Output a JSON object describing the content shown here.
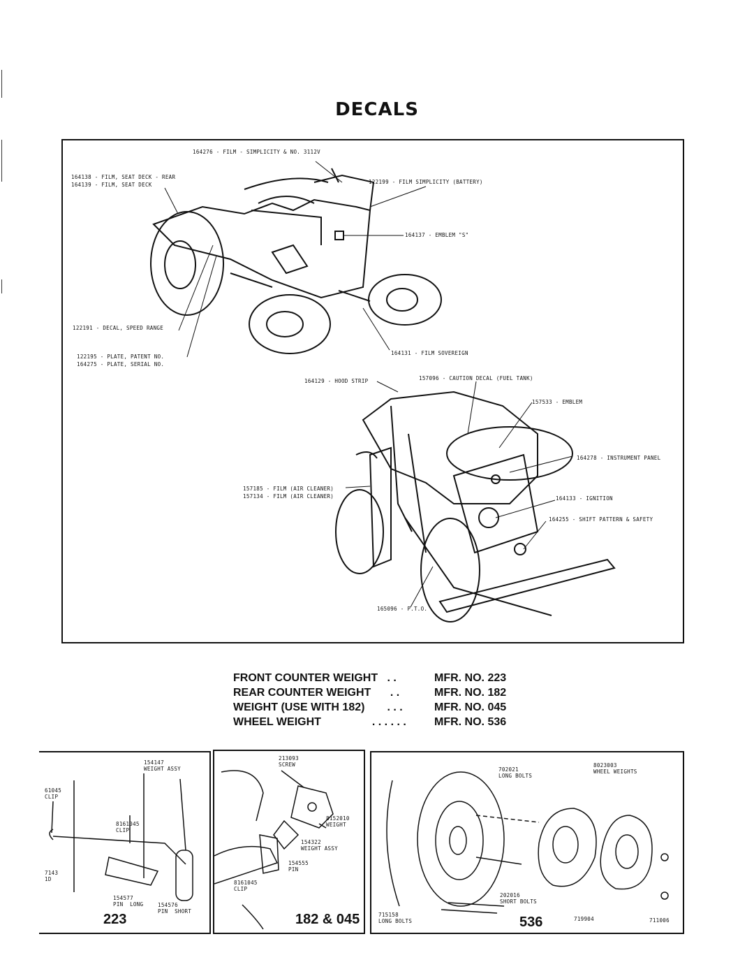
{
  "page_title": "DECALS",
  "decals_top": [
    "164276 - FILM - SIMPLICITY & NO. 3112V",
    "164138 - FILM, SEAT DECK - REAR",
    "164139 - FILM, SEAT DECK",
    "122199 - FILM SIMPLICITY (BATTERY)",
    "164137 - EMBLEM \"S\"",
    "122191 - DECAL, SPEED RANGE",
    "122195 - PLATE, PATENT NO.",
    "164275 - PLATE, SERIAL NO.",
    "164131 - FILM SOVEREIGN"
  ],
  "decals_bottom": [
    "164129 - HOOD STRIP",
    "157096 - CAUTION DECAL (FUEL TANK)",
    "157533 - EMBLEM",
    "164278 - INSTRUMENT PANEL",
    "157185 - FILM (AIR CLEANER)",
    "157134 - FILM (AIR CLEANER)",
    "164133 - IGNITION",
    "164255 - SHIFT PATTERN & SAFETY",
    "165096 - P.T.O."
  ],
  "weights": [
    {
      "name": "FRONT COUNTER WEIGHT",
      "dots": " . .",
      "mfr": "MFR. NO. 223"
    },
    {
      "name": "REAR COUNTER WEIGHT",
      "dots": "  . .",
      "mfr": "MFR. NO. 182"
    },
    {
      "name": "WEIGHT (USE WITH 182)",
      "dots": " . . .",
      "mfr": "MFR. NO. 045"
    },
    {
      "name": "WHEEL WEIGHT",
      "dots": "  . . . . . .",
      "mfr": "MFR. NO. 536"
    }
  ],
  "panel_223": {
    "number": "223",
    "labels": [
      "154147\nWEIGHT ASSY",
      "61045\nCLIP",
      "8161045\nCLIP",
      "7143\n1D",
      "154577\nPIN  LONG",
      "154576\nPIN  SHORT"
    ]
  },
  "panel_182": {
    "number": "182 & 045",
    "labels": [
      "213093\nSCREW",
      "8152010\nWEIGHT",
      "154322\nWEIGHT ASSY",
      "154555\nPIN",
      "8161045\nCLIP"
    ]
  },
  "panel_536": {
    "number": "536",
    "labels": [
      "702021\nLONG BOLTS",
      "8023003\nWHEEL WEIGHTS",
      "202016\nSHORT BOLTS",
      "715158\nLONG BOLTS",
      "719904",
      "711006"
    ]
  }
}
